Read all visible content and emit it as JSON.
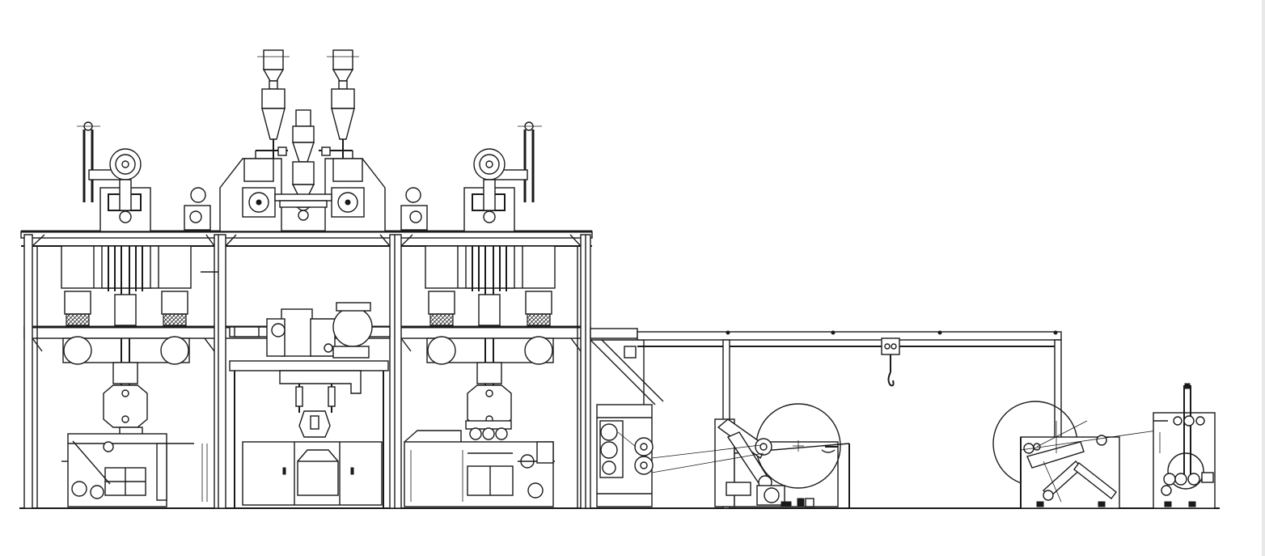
{
  "drawing": {
    "subject": "",
    "colors": {
      "line": "#1a1a1a",
      "background": "#ffffff"
    },
    "sections": [
      {
        "id": "spunbond-unit-left"
      },
      {
        "id": "meltblown-unit-center"
      },
      {
        "id": "spunbond-unit-right"
      },
      {
        "id": "calender"
      },
      {
        "id": "winder"
      },
      {
        "id": "unwinder"
      },
      {
        "id": "slitter"
      }
    ]
  }
}
